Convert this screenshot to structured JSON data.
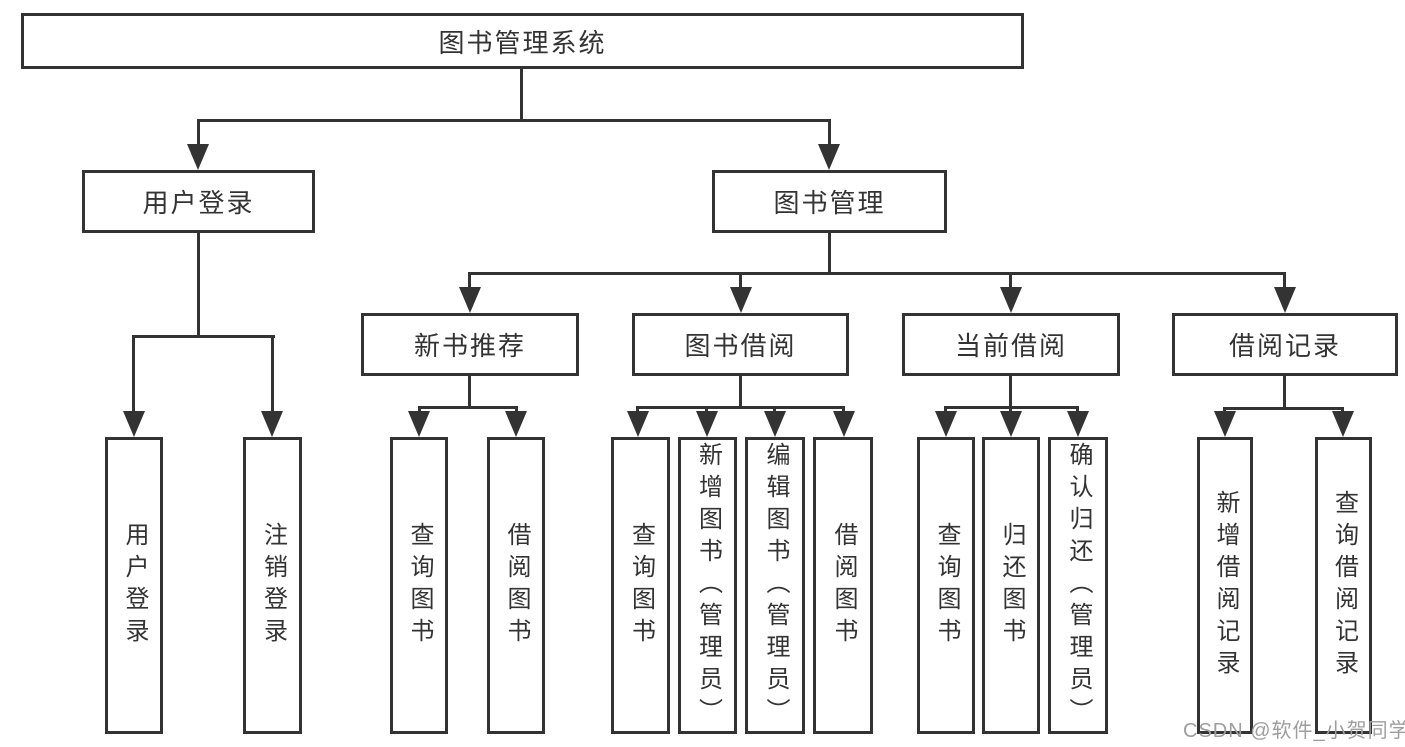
{
  "diagram": {
    "root": {
      "label": "图书管理系统"
    },
    "branches": [
      {
        "label": "用户登录",
        "children": [
          {
            "label": "用户登录"
          },
          {
            "label": "注销登录"
          }
        ]
      },
      {
        "label": "图书管理",
        "children": [
          {
            "label": "新书推荐",
            "children": [
              {
                "label": "查询图书"
              },
              {
                "label": "借阅图书"
              }
            ]
          },
          {
            "label": "图书借阅",
            "children": [
              {
                "label": "查询图书"
              },
              {
                "label": "新增图书（管理员）"
              },
              {
                "label": "编辑图书（管理员）"
              },
              {
                "label": "借阅图书"
              }
            ]
          },
          {
            "label": "当前借阅",
            "children": [
              {
                "label": "查询图书"
              },
              {
                "label": "归还图书"
              },
              {
                "label": "确认归还（管理员）"
              }
            ]
          },
          {
            "label": "借阅记录",
            "children": [
              {
                "label": "新增借阅记录"
              },
              {
                "label": "查询借阅记录"
              }
            ]
          }
        ]
      }
    ]
  },
  "watermark": {
    "text": "CSDN @软件_小贺同学"
  },
  "colors": {
    "line": "#333333",
    "text": "#333333",
    "background": "#ffffff",
    "watermark": "#9e9e9e"
  }
}
